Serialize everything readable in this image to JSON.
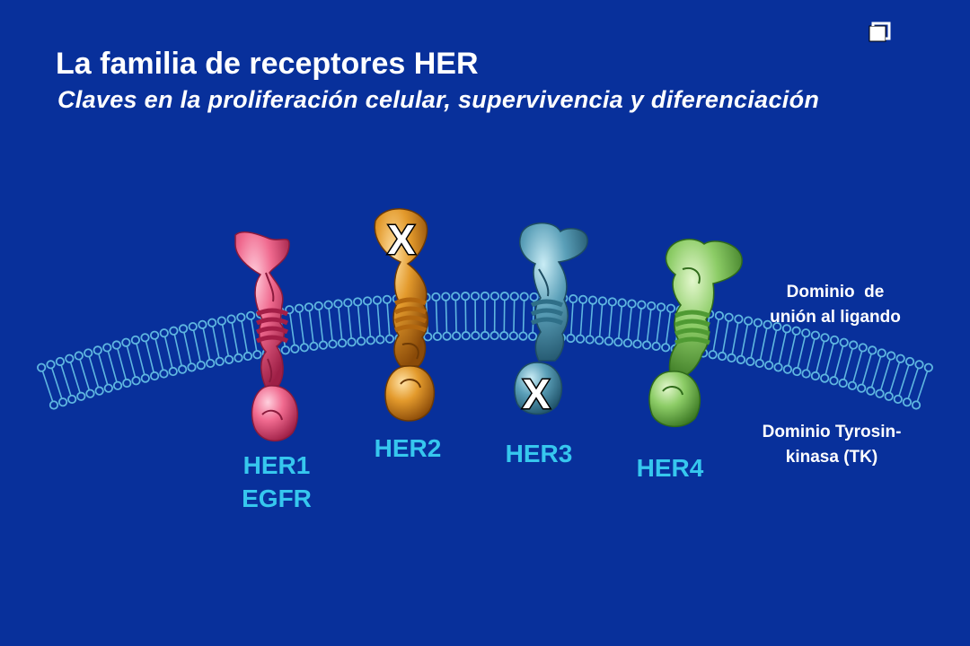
{
  "slide": {
    "title": "La familia de receptores HER",
    "subtitle": "Claves en la proliferación celular, supervivencia y diferenciación"
  },
  "receptors": [
    {
      "name": "HER1",
      "alt_name": "EGFR",
      "color": "#e8557a",
      "ligand_binding_blocked": false,
      "kinase_blocked": false
    },
    {
      "name": "HER2",
      "color": "#d6861e",
      "ligand_binding_blocked": true,
      "kinase_blocked": false,
      "mark": "X"
    },
    {
      "name": "HER3",
      "color": "#4c8ea8",
      "ligand_binding_blocked": false,
      "kinase_blocked": true,
      "mark": "X"
    },
    {
      "name": "HER4",
      "color": "#7fbf5e",
      "ligand_binding_blocked": false,
      "kinase_blocked": false
    }
  ],
  "domains": {
    "ligand_line1": "Dominio  de",
    "ligand_line2": "unión al ligando",
    "tk_line1": "Dominio Tyrosin-",
    "tk_line2": "kinasa (TK)"
  },
  "colors": {
    "background": "#08309b",
    "membrane": "#5fb6e0",
    "label": "#36c7ee"
  },
  "icons": {
    "corner": "window-restore-icon"
  }
}
